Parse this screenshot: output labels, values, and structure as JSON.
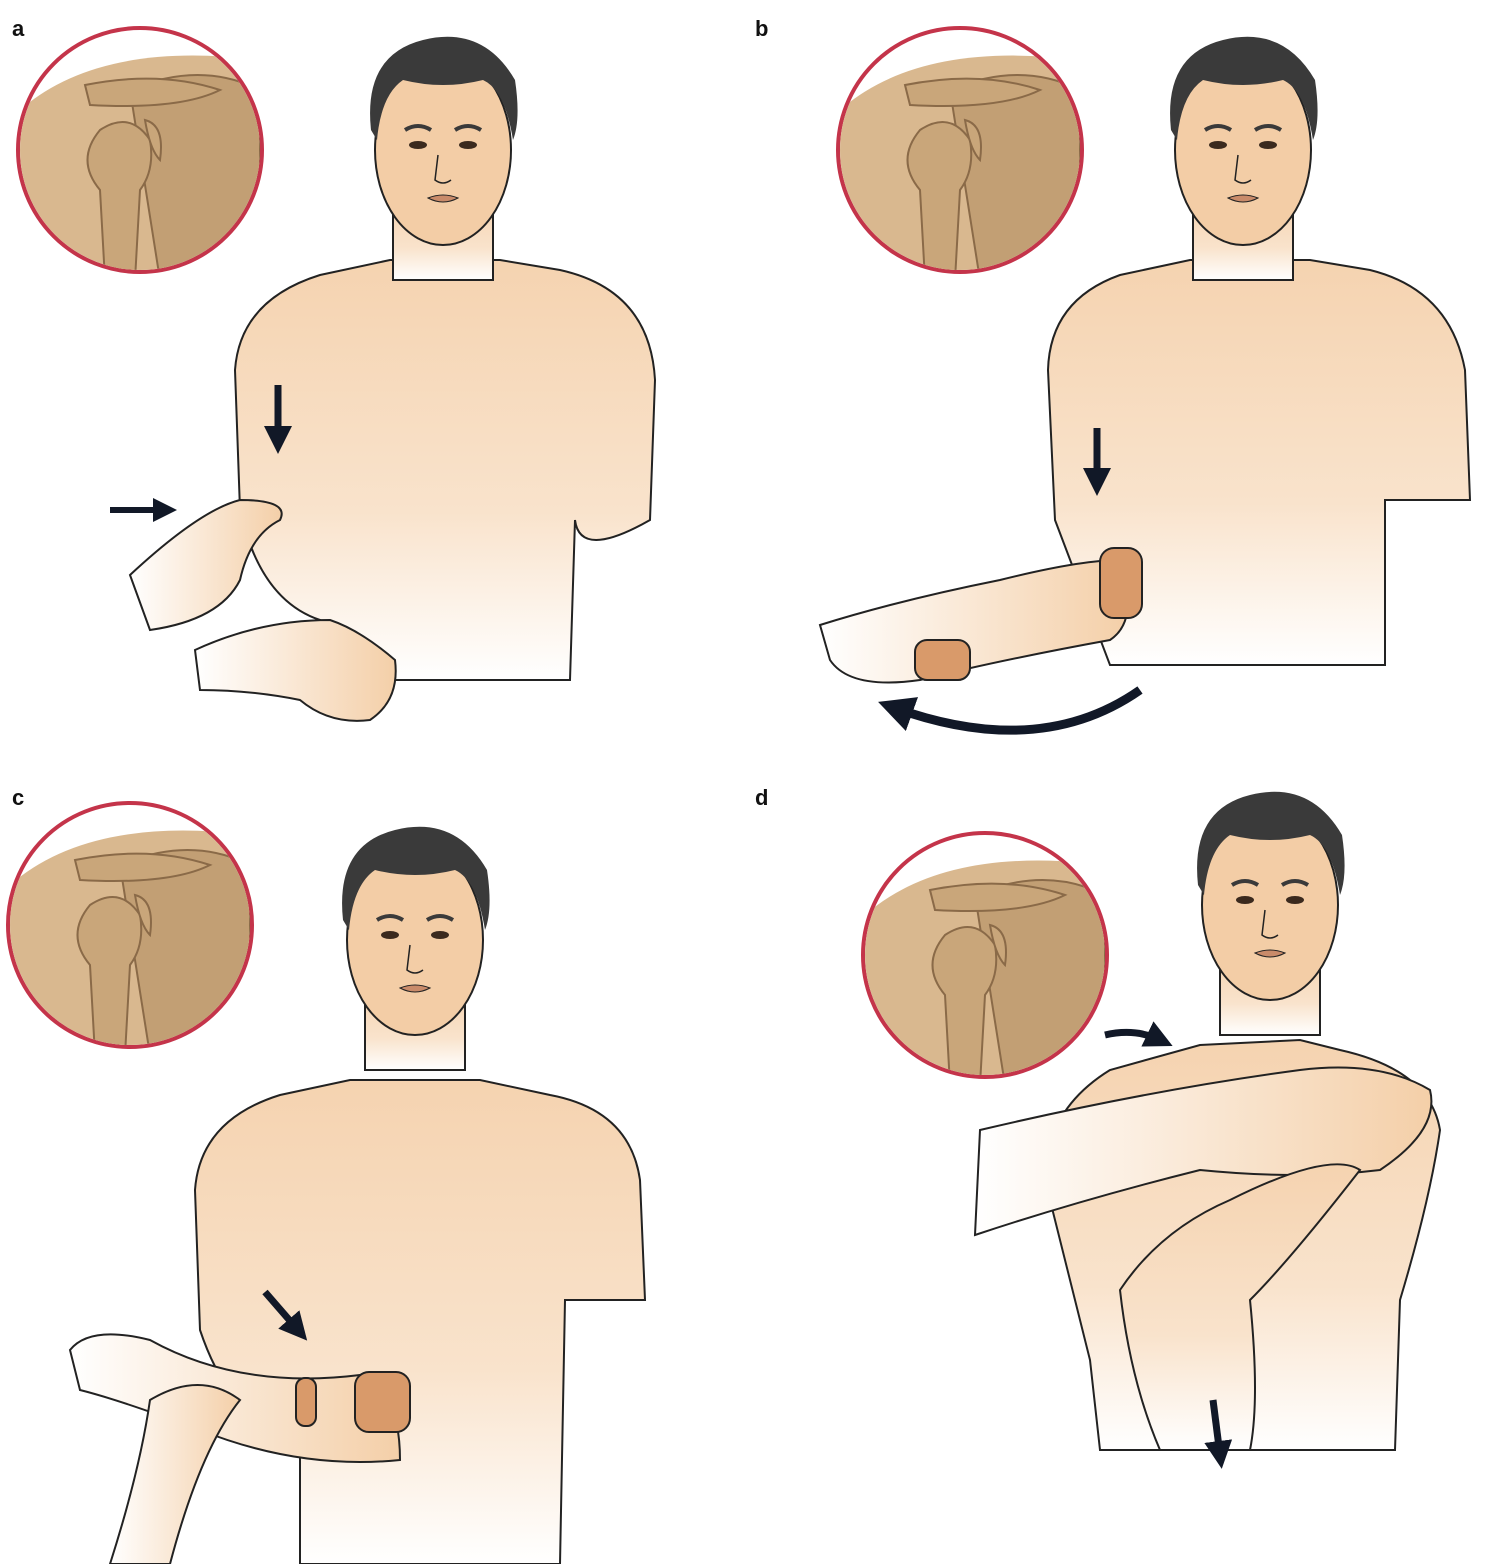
{
  "panels": [
    {
      "label": "a"
    },
    {
      "label": "b"
    },
    {
      "label": "c"
    },
    {
      "label": "d"
    }
  ],
  "colors": {
    "inset_ring": "#c4344a",
    "bone": "#c9a67a",
    "bone_bg": "#b8946a",
    "skin": "#f5d3b0",
    "hair": "#3a3a3a",
    "arrow": "#111827"
  }
}
